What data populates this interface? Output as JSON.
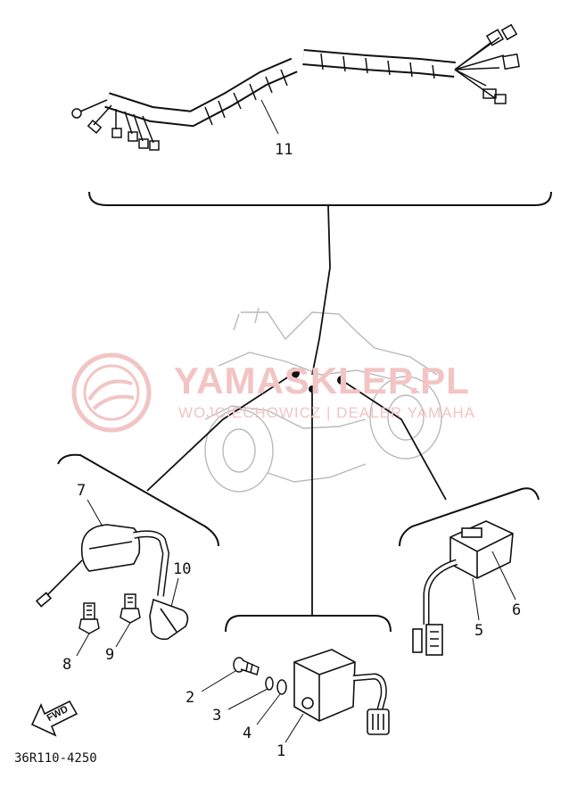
{
  "watermark": {
    "title": "YAMASKLEP.PL",
    "subtitle": "WOJCIECHOWICZ | DEALER YAMAHA",
    "color": "#f2c4c4"
  },
  "direction_label": "FWD",
  "diagram_code": "36R110-4250",
  "callouts": {
    "n1": "1",
    "n2": "2",
    "n3": "3",
    "n4": "4",
    "n5": "5",
    "n6": "6",
    "n7": "7",
    "n8": "8",
    "n9": "9",
    "n10": "10",
    "n11": "11"
  }
}
